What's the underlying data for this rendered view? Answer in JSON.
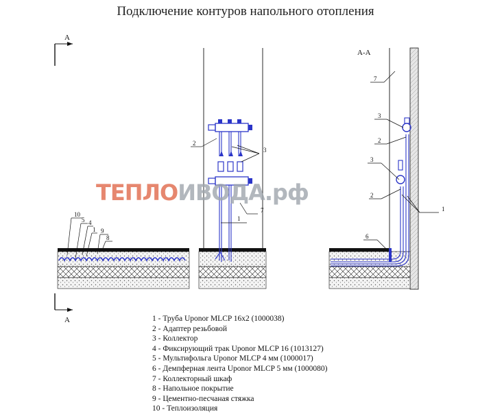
{
  "title": "Подключение контуров напольного отопления",
  "section_marks": {
    "top": "А",
    "bottom": "А",
    "section_title": "А-А"
  },
  "callouts": {
    "left": [
      "10",
      "5",
      "4",
      "1",
      "9",
      "8"
    ],
    "middle": [
      "2",
      "3",
      "1",
      "7"
    ],
    "right": [
      "7",
      "3",
      "2",
      "3",
      "2",
      "1",
      "6"
    ]
  },
  "legend": [
    "1  -  Труба Uponor MLCP 16х2 (1000038)",
    "2  -  Адаптер резьбовой",
    "3  -  Коллектор",
    "4  -  Фиксирующий трак Uponor MLCP 16  (1013127)",
    "5  -  Мультифольга Uponor MLCP 4 мм  (1000017)",
    "6  -  Демпферная лента Uponor MLCP 5 мм  (1000080)",
    "7  -  Коллекторный шкаф",
    "8  -  Напольное покрытие",
    "9  -  Цементно-песчаная стяжка",
    "10  -  Теплоизоляция"
  ],
  "watermark": {
    "part1": "ТЕПЛО",
    "part2": "ИВОДА.рф"
  },
  "colors": {
    "pipe": "#2b35c8",
    "line": "#111111",
    "wall": "#dcdcdc",
    "watermark_orange": "#e06a4c",
    "watermark_gray": "#9fa6ad"
  }
}
